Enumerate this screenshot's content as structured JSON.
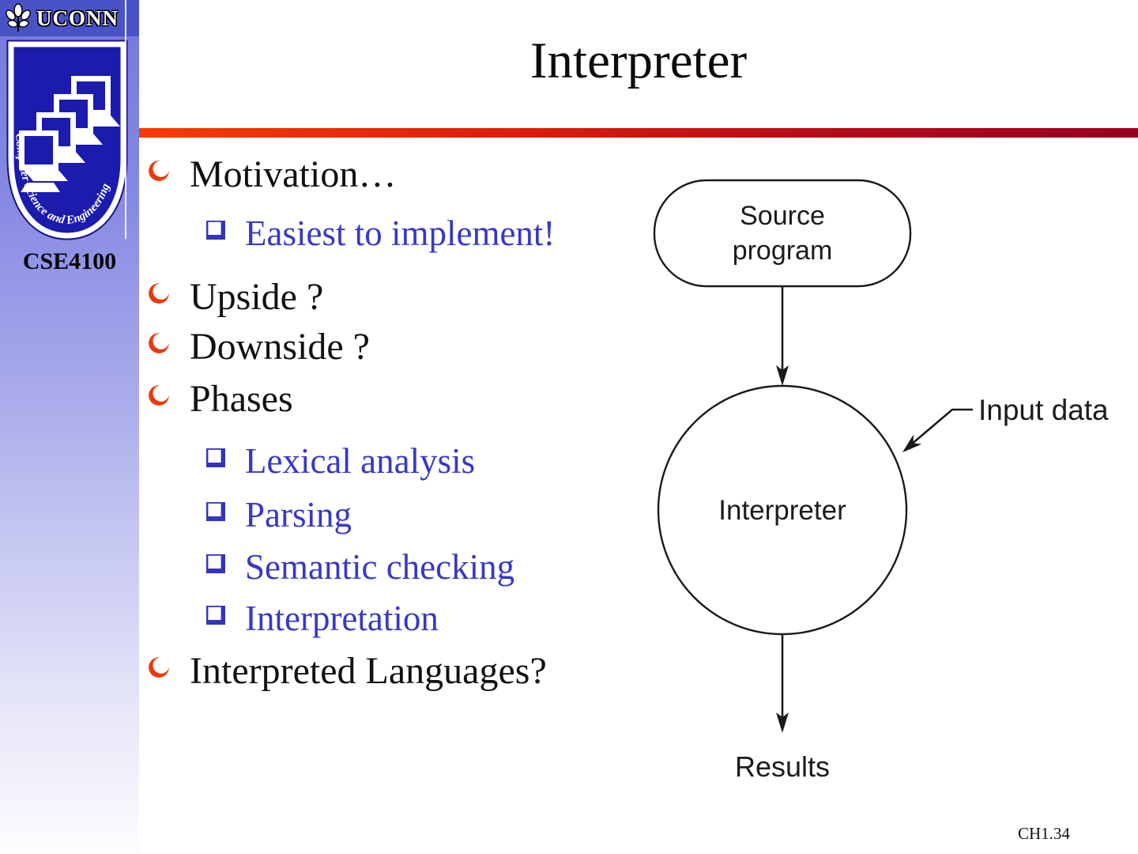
{
  "header": {
    "title": "Interpreter"
  },
  "sidebar": {
    "uconn": "UCONN",
    "shield_text": "Computer Science and Engineering",
    "course": "CSE4100"
  },
  "bullets": [
    {
      "level": 1,
      "text": "Motivation…"
    },
    {
      "level": 2,
      "text": "Easiest to implement!"
    },
    {
      "level": 1,
      "text": "Upside ?"
    },
    {
      "level": 1,
      "text": "Downside ?"
    },
    {
      "level": 1,
      "text": "Phases"
    },
    {
      "level": 2,
      "text": "Lexical analysis"
    },
    {
      "level": 2,
      "text": "Parsing"
    },
    {
      "level": 2,
      "text": "Semantic checking"
    },
    {
      "level": 2,
      "text": "Interpretation"
    },
    {
      "level": 1,
      "text": "Interpreted Languages?"
    }
  ],
  "diagram": {
    "source_line1": "Source",
    "source_line2": "program",
    "interpreter": "Interpreter",
    "input": "Input data",
    "results": "Results"
  },
  "footer": {
    "page": "CH1.34"
  },
  "colors": {
    "bullet_red": "#e9390e",
    "bullet_blue": "#3434bc",
    "sub_text_blue": "#3838c6",
    "rule_left": "#f63c05",
    "rule_right": "#99001f",
    "sidebar_top_blue": "#7578dd",
    "banner_blue": "#4a53c6",
    "shield_blue": "#1b1bae"
  }
}
